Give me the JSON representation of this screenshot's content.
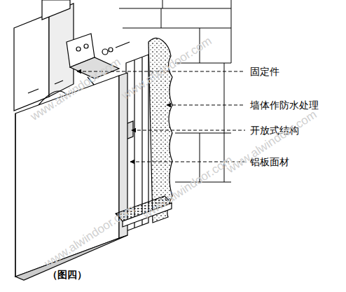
{
  "diagram": {
    "caption": "（图四）",
    "labels": [
      "固定件",
      "墙体作防水处理",
      "开放式结构",
      "铝板面材",
      "www.alwindoor.com",
      "www.alwindoor.com",
      "www.alwindoor.com",
      "www.alwindoor.com",
      "www.alwindoor.com"
    ]
  }
}
